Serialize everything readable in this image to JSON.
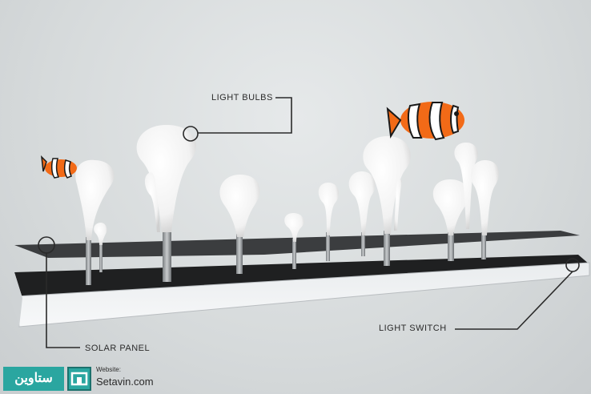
{
  "labels": {
    "light_bulbs": "LIGHT BULBS",
    "solar_panel": "SOLAR PANEL",
    "light_switch": "LIGHT  SWITCH"
  },
  "watermark": {
    "arabic": "ستاوین",
    "website_label": "Website:",
    "url": "Setavin.com"
  },
  "colors": {
    "background": "#d8dcdd",
    "panel": "#2a2a2a",
    "bulb": "#ffffff",
    "fish_orange": "#f26a17",
    "brand": "#2aa6a0"
  }
}
